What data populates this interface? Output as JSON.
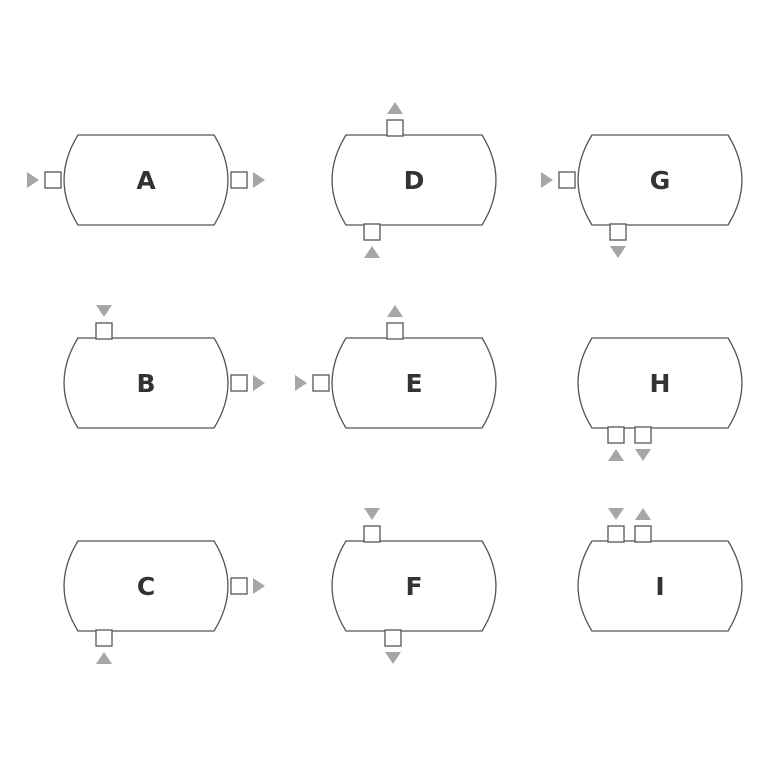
{
  "diagram": {
    "arrow_color": "#a6a6a6",
    "line_color": "#555555",
    "vessels": [
      {
        "id": "A",
        "label": "A",
        "flows": [
          "left:in",
          "right:out"
        ]
      },
      {
        "id": "B",
        "label": "B",
        "flows": [
          "top-left:in",
          "right:out"
        ]
      },
      {
        "id": "C",
        "label": "C",
        "flows": [
          "bottom-left:in",
          "right:out"
        ]
      },
      {
        "id": "D",
        "label": "D",
        "flows": [
          "top-center:out",
          "bottom-left:in"
        ]
      },
      {
        "id": "E",
        "label": "E",
        "flows": [
          "top-center:out",
          "left:in"
        ]
      },
      {
        "id": "F",
        "label": "F",
        "flows": [
          "top-left:in",
          "bottom-center:out"
        ]
      },
      {
        "id": "G",
        "label": "G",
        "flows": [
          "left:in",
          "bottom-left:out"
        ]
      },
      {
        "id": "H",
        "label": "H",
        "flows": [
          "bottom-left:in",
          "bottom-right:out"
        ]
      },
      {
        "id": "I",
        "label": "I",
        "flows": [
          "top-left:in",
          "top-right:out"
        ]
      }
    ]
  }
}
